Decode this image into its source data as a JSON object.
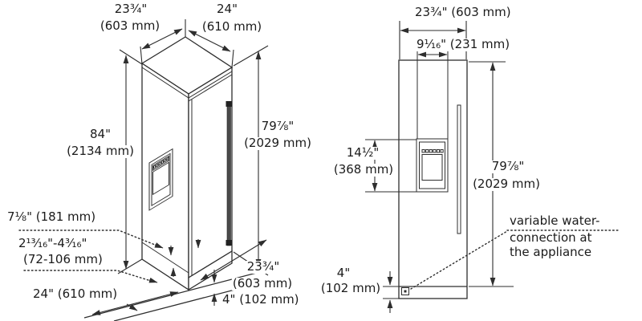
{
  "colors": {
    "line": "#2e2e2e",
    "text": "#1b1b1b",
    "background": "#ffffff",
    "handle_fill": "#4a4a4a"
  },
  "figures": {
    "isometric_view": {
      "labels": {
        "depth_top": {
          "line1": "23¾\"",
          "line2": "(603 mm)"
        },
        "width_top": {
          "line1": "24\"",
          "line2": "(610 mm)"
        },
        "total_height": {
          "line1": "84\"",
          "line2": "(2134 mm)"
        },
        "door_height": {
          "line1": "79⅞\"",
          "line2": "(2029 mm)"
        },
        "grill_height": "7⅛\" (181 mm)",
        "adjust_range": {
          "line1": "2¹³⁄₁₆\"-4³⁄₁₆\"",
          "line2": "(72-106 mm)"
        },
        "width_floor": "24\" (610 mm)",
        "depth_floor": {
          "line1": "23¾\"",
          "line2": "(603 mm)"
        },
        "base_height": "4\" (102 mm)"
      }
    },
    "front_view": {
      "labels": {
        "width_top": "23¾\" (603 mm)",
        "dispenser_width": "9¹⁄₁₆\" (231 mm)",
        "dispenser_height": {
          "line1": "14½\"",
          "line2": "(368 mm)"
        },
        "height": {
          "line1": "79⅞\"",
          "line2": "(2029 mm)"
        },
        "base_height": {
          "line1": "4\"",
          "line2": "(102 mm)"
        },
        "note": {
          "line1": "variable water-",
          "line2": "connection at",
          "line3": "the appliance"
        }
      }
    }
  }
}
